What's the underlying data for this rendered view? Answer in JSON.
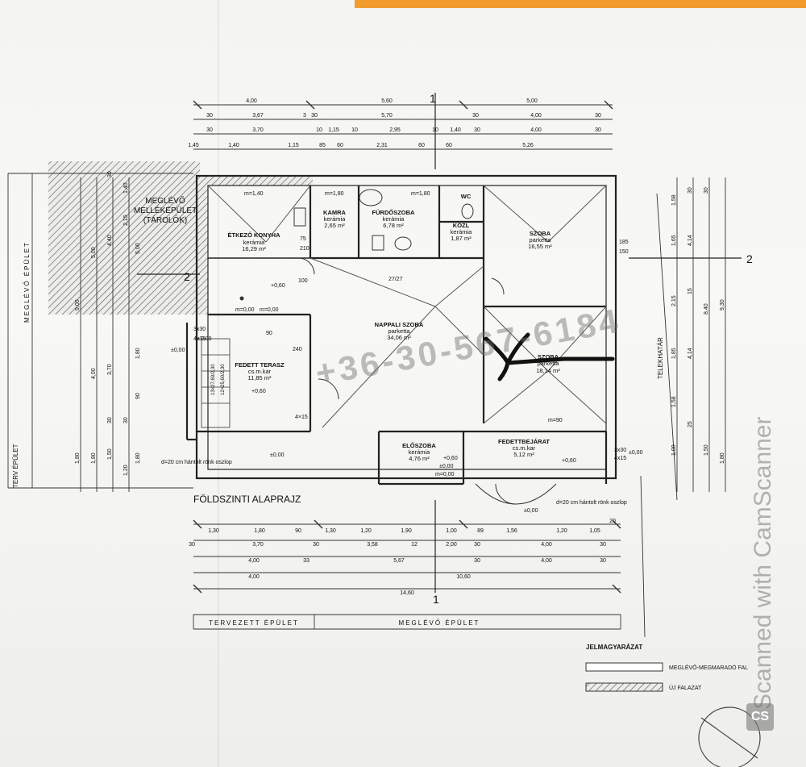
{
  "title": "FÖLDSZINTI ALAPRAJZ",
  "rooms": {
    "etkezo_konyha": {
      "name": "ÉTKEZŐ KONYHA",
      "floor": "kerámia",
      "area": "16,29 m²"
    },
    "kamra": {
      "name": "KAMRA",
      "floor": "kerámia",
      "area": "2,65 m²"
    },
    "furdoszoba": {
      "name": "FÜRDŐSZOBA",
      "floor": "kerámia",
      "area": "6,78 m²"
    },
    "wc": {
      "name": "WC"
    },
    "kozl": {
      "name": "KÖZL",
      "floor": "kerámia",
      "area": "1,87 m²"
    },
    "szoba1": {
      "name": "SZOBA",
      "floor": "parketta",
      "area": "16,55 m²"
    },
    "nappali": {
      "name": "NAPPALI SZOBA",
      "floor": "parketta",
      "area": "34,06 m²"
    },
    "szoba2": {
      "name": "SZOBA",
      "floor": "parketta",
      "area": "18,14 m²"
    },
    "fedett_terasz": {
      "name": "FEDETT TERASZ",
      "floor": "cs.m.kar",
      "area": "11,85 m²"
    },
    "eloszoba": {
      "name": "ELŐSZOBA",
      "floor": "kerámia",
      "area": "4,76 m²"
    },
    "fedettbejarat": {
      "name": "FEDETTBEJÁRAT",
      "floor": "cs.m.kar",
      "area": "5,12 m²"
    }
  },
  "labels": {
    "melleképulet": [
      "MEGLÉVŐ",
      "MELLÉKÉPÜLET",
      "(TÁROLÓK)"
    ],
    "meglevo_epulet_left": "MEGLÉVŐ ÉPÜLET",
    "terv_epulet": "TERV ÉPÜLET",
    "telekhatar": "TELEKHATÁR",
    "tervezett_epulet": "TERVEZETT ÉPÜLET",
    "meglevo_epulet_bottom": "MEGLÉVŐ ÉPÜLET",
    "oszlop_left": "d=20 cm hántolt rönk oszlop",
    "oszlop_right": "d=20 cm hántolt rönk oszlop",
    "section_top": "1",
    "section_bottom": "1",
    "section_left": "2",
    "section_right": "2",
    "kitchen_win": "m=1,40",
    "kamra_win": "m=1,80",
    "bath_win": "m=1,80",
    "terrace_m1": "m=0,00",
    "terrace_m2": "m=0,00",
    "szoba2_win": "m=90",
    "eloszoba_m": "m=0,00",
    "stair": "27/27",
    "lvl_kitchen": "+0,60",
    "lvl_terrace1": "±0,00",
    "lvl_terrace2": "+0,60",
    "lvl_terrace3": "±0,00",
    "lvl_terrace4": "±0,00",
    "lvl_entrance1": "+0,60",
    "lvl_entrance2": "±0,00",
    "lvl_entrance3": "±0,00",
    "lvl_ent_bottom": "±0,00",
    "lvl_eloszoba": "+0,60",
    "stairs_left1": "13×27,69/2,30",
    "stairs_left2": "12×25,60/2,30",
    "dim_4x15_a": "4×15",
    "dim_4x15_b": "4x15",
    "dim_4x15_c": "4x15",
    "dim_3x30_a": "3x30",
    "dim_3x30_b": "3x30",
    "door_75": "75",
    "door_210": "210",
    "door_100": "100",
    "door_185": "185",
    "door_150": "150",
    "door_90": "90",
    "door_240": "240"
  },
  "dimensions": {
    "top_row1": [
      "4,00",
      "5,60",
      "5,00"
    ],
    "top_row2": [
      "30",
      "3,67",
      "3",
      "30",
      "5,70",
      "30",
      "4,00",
      "30"
    ],
    "top_row3": [
      "30",
      "3,70",
      "10",
      "1,15",
      "10",
      "2,95",
      "10",
      "1,40",
      "30",
      "4,00",
      "30"
    ],
    "top_row4": [
      "1,45",
      "1,40",
      "1,15",
      "85",
      "60",
      "2,31",
      "60",
      "60",
      "5,26"
    ],
    "bottom_row1": [
      "1,30",
      "1,80",
      "90",
      "1,30",
      "1,20",
      "1,90",
      "1,00",
      "89",
      "1,56",
      "1,20",
      "1,05",
      "20"
    ],
    "bottom_row2": [
      "30",
      "3,70",
      "30",
      "3,58",
      "12",
      "2,00",
      "30",
      "4,00",
      "30"
    ],
    "bottom_row3": [
      "4,00",
      "33",
      "5,67",
      "30",
      "4,00",
      "30"
    ],
    "bottom_row4": [
      "4,00",
      "10,60"
    ],
    "bottom_row5": [
      "14,60"
    ],
    "left_col": [
      "5,00",
      "4,40",
      "2,15",
      "1,40",
      "30",
      "9,00",
      "4,00",
      "3,70",
      "5,00",
      "1,80",
      "90",
      "1,80",
      "1,50",
      "1,80",
      "1,80",
      "30",
      "30",
      "1,20"
    ],
    "right_col": [
      "1,58",
      "30",
      "1,65",
      "4,14",
      "15",
      "2,15",
      "1,85",
      "4,14",
      "1,58",
      "25",
      "1,00",
      "1,50",
      "1,80",
      "30",
      "8,40",
      "9,30"
    ]
  },
  "legend": {
    "title": "JELMAGYARÁZAT",
    "existing_wall": "MEGLÉVŐ-MEGMARADÓ FAL",
    "new_wall": "ÚJ FALAZAT"
  },
  "watermark": "+36-30-567-6184",
  "scanner": "Scanned with CamScanner",
  "scanner_logo": "CS"
}
